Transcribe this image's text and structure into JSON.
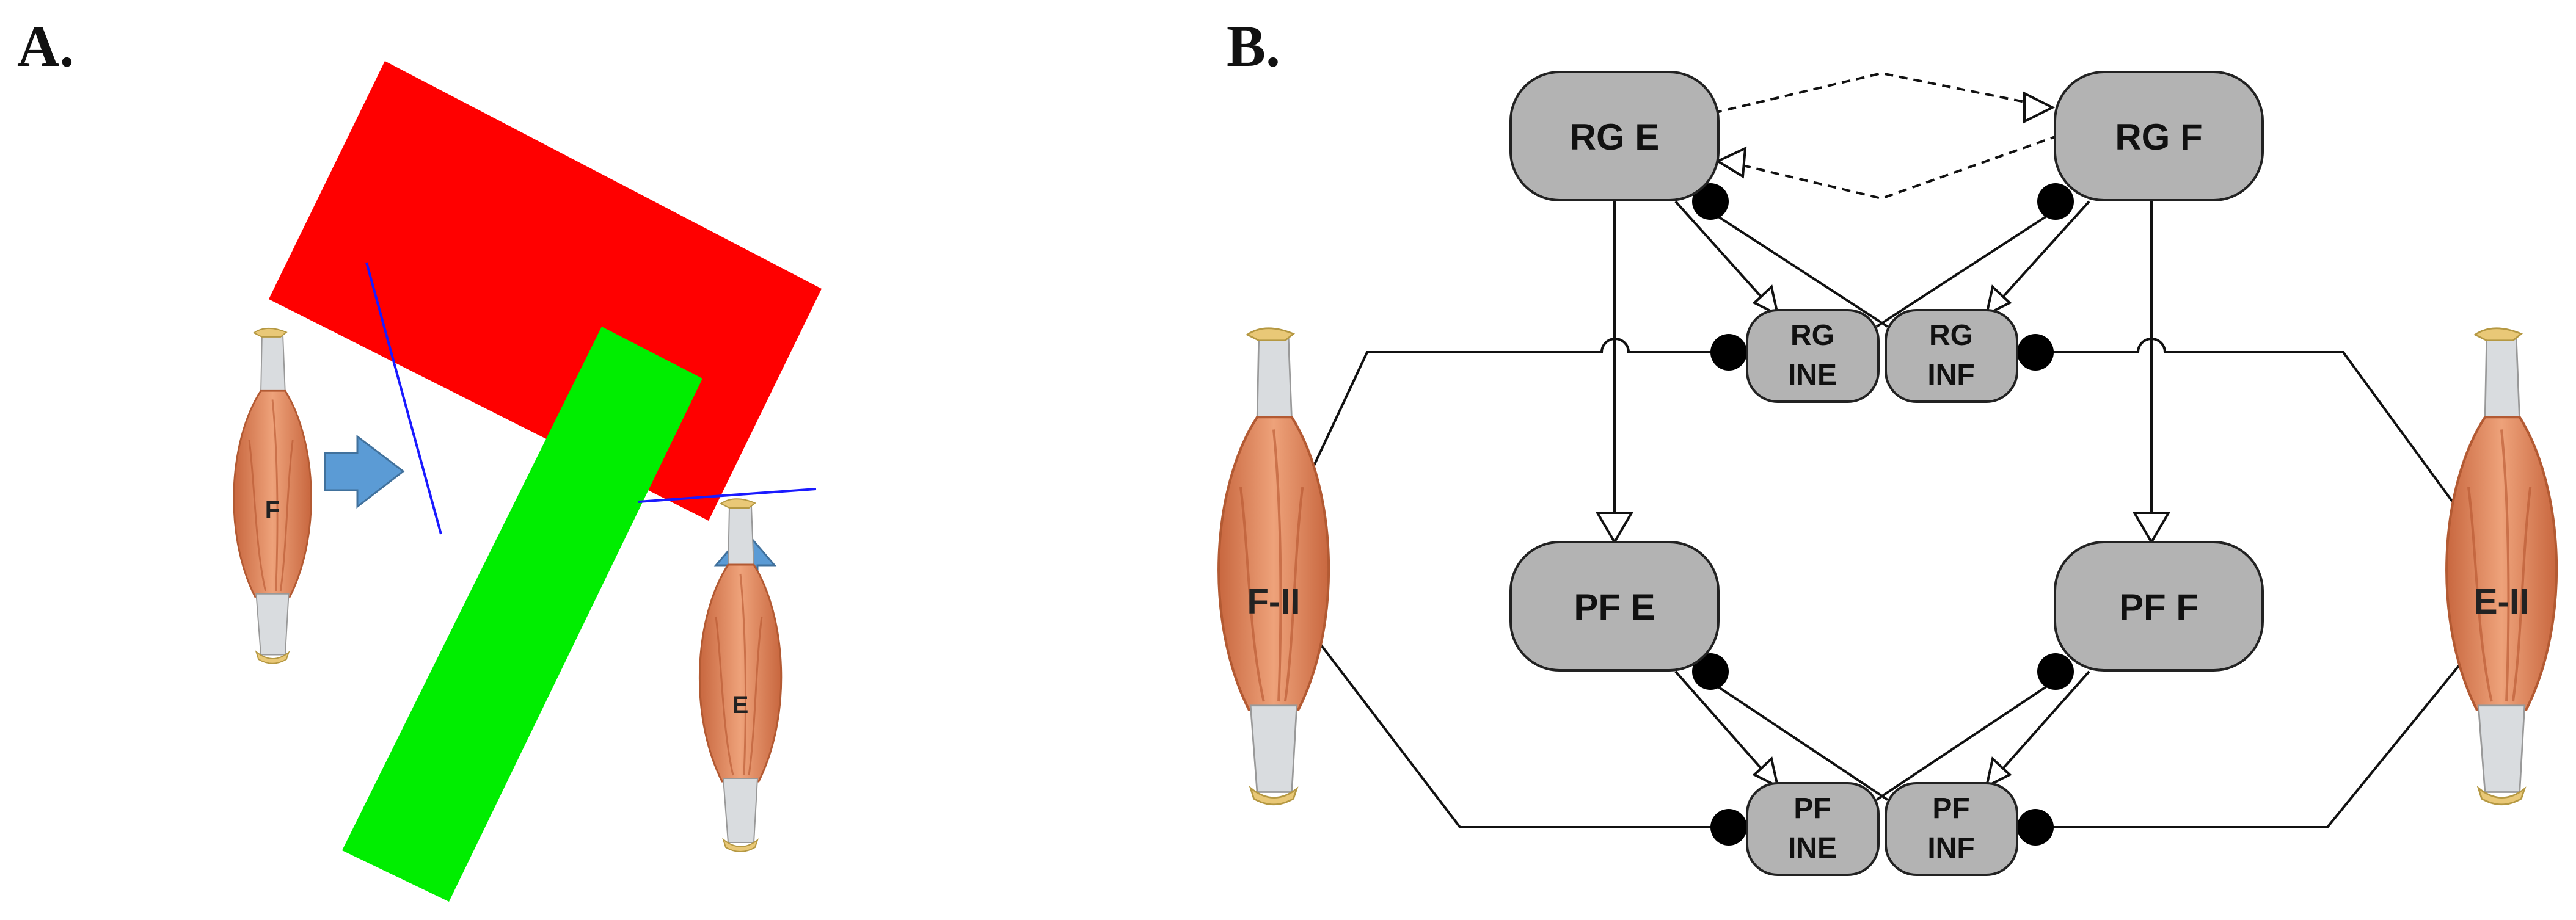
{
  "panel_a": {
    "label": "A.",
    "muscle_flexor_letter": "F",
    "muscle_extensor_letter": "E",
    "colors": {
      "upper_segment": "#ff0000",
      "lower_segment": "#00ee00",
      "arrow": "#5b9bd5",
      "reference_line": "#1a1aff"
    }
  },
  "panel_b": {
    "label": "B.",
    "nodes": {
      "rg_e": "RG E",
      "rg_f": "RG F",
      "rg_ine_1": "RG",
      "rg_ine_2": "INE",
      "rg_inf_1": "RG",
      "rg_inf_2": "INF",
      "pf_e": "PF E",
      "pf_f": "PF F",
      "pf_ine_1": "PF",
      "pf_ine_2": "INE",
      "pf_inf_1": "PF",
      "pf_inf_2": "INF"
    },
    "afferents": {
      "left": "F-II",
      "right": "E-II"
    },
    "colors": {
      "node_fill": "#b3b3b3",
      "node_stroke": "#222222",
      "inhibitory_dot": "#000000"
    }
  }
}
